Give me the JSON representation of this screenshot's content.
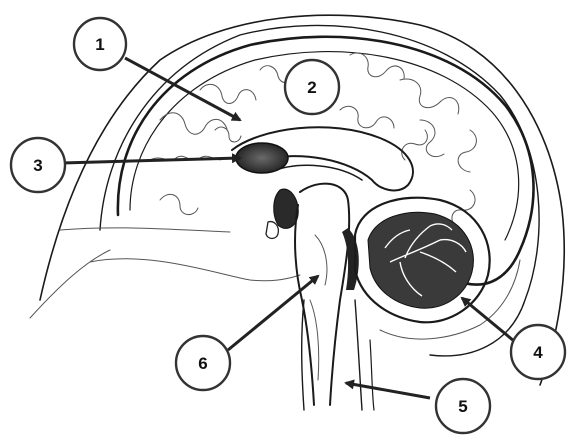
{
  "diagram": {
    "labels": [
      {
        "id": "label-1",
        "text": "1"
      },
      {
        "id": "label-2",
        "text": "2"
      },
      {
        "id": "label-3",
        "text": "3"
      },
      {
        "id": "label-4",
        "text": "4"
      },
      {
        "id": "label-5",
        "text": "5"
      },
      {
        "id": "label-6",
        "text": "6"
      }
    ]
  }
}
